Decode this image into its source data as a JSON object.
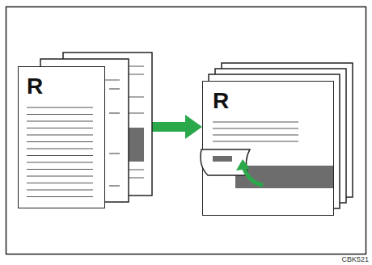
{
  "diagram": {
    "nodes": [
      {
        "text": [
          "R"
        ]
      },
      {
        "text": [
          "R"
        ]
      }
    ],
    "edges": [
      {
        "from": 0,
        "to": 1,
        "arrow": "to"
      }
    ],
    "labels": [
      "CBK521"
    ]
  }
}
